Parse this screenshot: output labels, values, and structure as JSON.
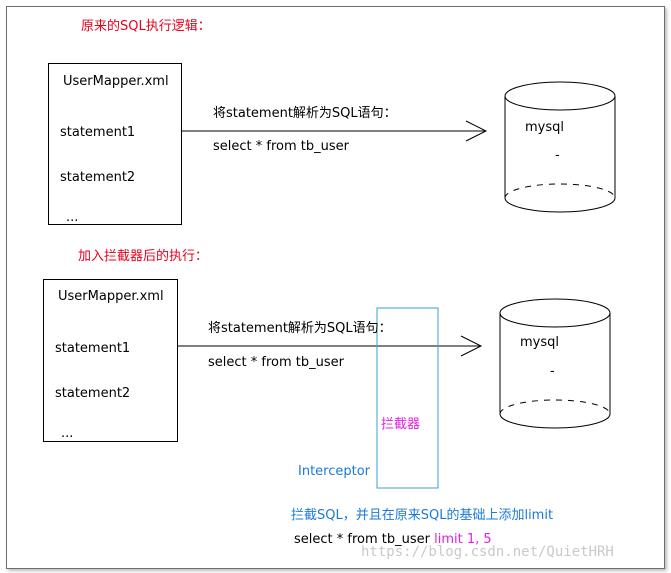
{
  "top": {
    "heading": "原来的SQL执行逻辑：",
    "mapper": {
      "title": "UserMapper.xml",
      "items": [
        "statement1",
        "statement2",
        "..."
      ]
    },
    "arrow_label": "将statement解析为SQL语句：",
    "sql": "select * from tb_user",
    "db": {
      "label": "mysql",
      "mark": "-"
    }
  },
  "bottom": {
    "heading": "加入拦截器后的执行：",
    "mapper": {
      "title": "UserMapper.xml",
      "items": [
        "statement1",
        "statement2",
        "..."
      ]
    },
    "arrow_label": "将statement解析为SQL语句：",
    "sql": "select * from tb_user",
    "db": {
      "label": "mysql",
      "mark": "-"
    },
    "interceptor": {
      "box_label": "拦截器",
      "name": "Interceptor"
    },
    "note": "拦截SQL，并且在原来SQL的基础上添加limit",
    "final_sql": {
      "prefix": "select * from tb_user",
      "suffix": "limit 1, 5"
    }
  },
  "watermark": "https://blog.csdn.net/QuietHRH",
  "colors": {
    "heading": "#e8001c",
    "note": "#1a7ad9",
    "highlight": "#e020e0",
    "interceptor_border": "#3aa0d0"
  }
}
